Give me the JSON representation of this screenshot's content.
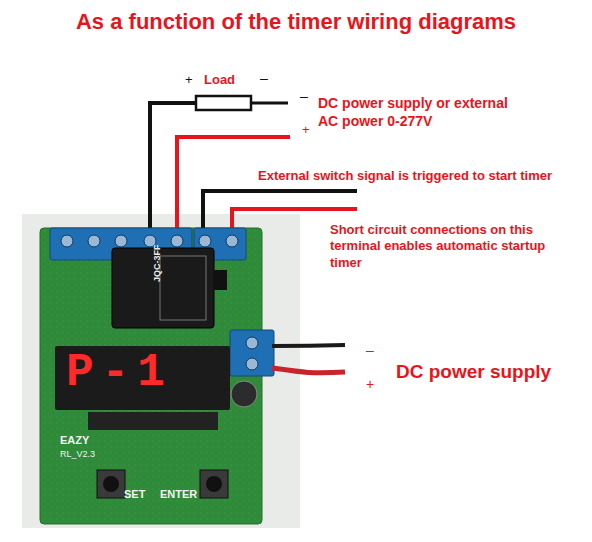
{
  "diagram": {
    "title": "As a function of the timer wiring diagrams",
    "labels": [
      "+",
      "Load",
      "–",
      "–",
      "DC power supply or external AC power 0-277V",
      "+",
      "External switch signal is triggered to start timer",
      "Short circuit connections on this terminal enables automatic startup timer",
      "–",
      "DC power supply",
      "+",
      "JQC-3FF",
      "P-1",
      "SET",
      "ENTER",
      "EAZY",
      "RL_V2.3"
    ]
  }
}
